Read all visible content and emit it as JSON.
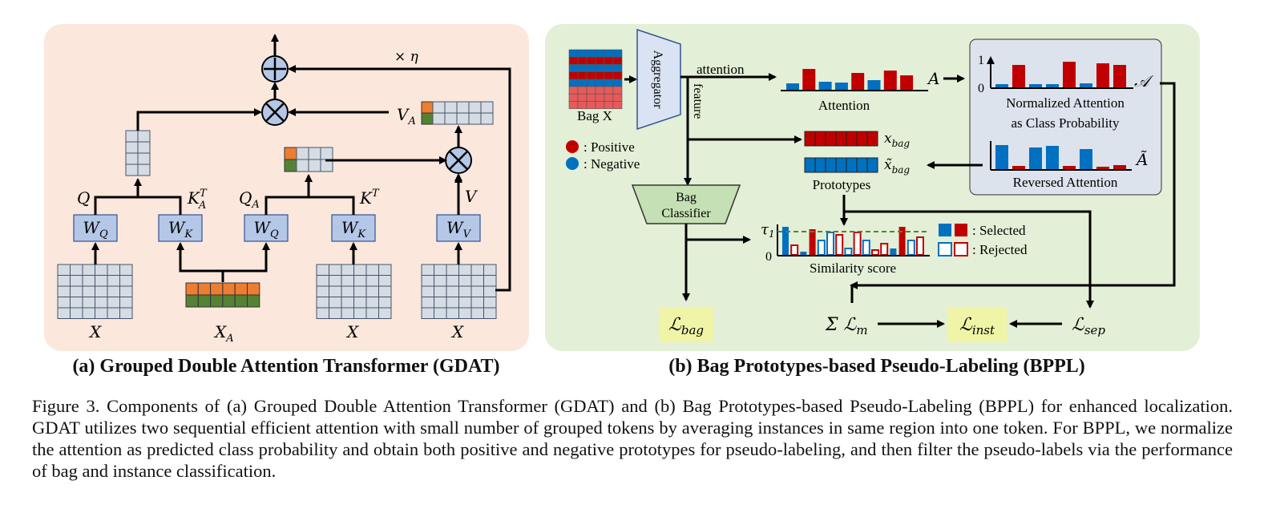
{
  "panel_a": {
    "caption": "(a) Grouped Double Attention Transformer (GDAT)",
    "w_q": "W",
    "w_q_sub": "Q",
    "w_k": "W",
    "w_k_sub": "K",
    "w_v": "W",
    "w_v_sub": "V",
    "label_q": "Q",
    "label_ka": "K",
    "label_ka_sub": "A",
    "label_ka_sup": "T",
    "label_qa": "Q",
    "label_qa_sub": "A",
    "label_kt": "K",
    "label_kt_sup": "T",
    "label_v": "V",
    "label_va": "V",
    "label_va_sub": "A",
    "label_x": "X",
    "label_xa": "X",
    "label_xa_sub": "A",
    "eta": "× η",
    "plus_symbol": "+",
    "times_symbol": "×"
  },
  "panel_b": {
    "caption": "(b) Bag Prototypes-based Pseudo-Labeling (BPPL)",
    "aggregator": "Aggregator",
    "bag_x": "Bag X",
    "attention_arrow": "attention",
    "feature_arrow": "feature",
    "attention_label": "Attention",
    "a_symbol": "A",
    "norm_title_1": "Normalized Attention",
    "norm_title_2": "as Class Probability",
    "norm_symbol": "𝒜",
    "axis_one": "1",
    "axis_zero": "0",
    "reversed_label": "Reversed Attention",
    "reversed_symbol": "Ã",
    "x_bag": "x",
    "x_bag_sub": "bag",
    "x_bag_tilde": "x̃",
    "prototypes": "Prototypes",
    "legend_positive": ": Positive",
    "legend_negative": ": Negative",
    "bag_classifier_1": "Bag",
    "bag_classifier_2": "Classifier",
    "tau": "τ",
    "tau_sub": "1",
    "sim_zero": "0",
    "similarity_label": "Similarity score",
    "legend_selected": ": Selected",
    "legend_rejected": ": Rejected",
    "loss_bag": "ℒ",
    "loss_bag_sub": "bag",
    "loss_m_prefix": "Σ ℒ",
    "loss_m_sub": "m",
    "loss_inst": "ℒ",
    "loss_inst_sub": "inst",
    "loss_sep": "ℒ",
    "loss_sep_sub": "sep"
  },
  "colors": {
    "panel_a_bg": "#fbe7dc",
    "panel_b_bg": "#e3efd6",
    "w_box": "#b4c7e7",
    "w_box_border": "#2f5597",
    "grid_fill": "#d6dce4",
    "positive": "#c00000",
    "negative": "#0070c0",
    "orange": "#ed7d31",
    "green": "#548235",
    "norm_box": "#dde3ec",
    "loss_box": "#f0f4a6",
    "classifier": "#c5e0b4",
    "threshold": "#548235"
  },
  "caption": {
    "text": "Figure 3. Components of (a) Grouped Double Attention Transformer (GDAT) and (b) Bag Prototypes-based Pseudo-Labeling (BPPL) for enhanced localization. GDAT utilizes two sequential efficient attention with small number of grouped tokens by averaging instances in same region into one token. For BPPL, we normalize the attention as predicted class probability and obtain both positive and negative prototypes for pseudo-labeling, and then filter the pseudo-labels via the performance of bag and instance classification."
  }
}
